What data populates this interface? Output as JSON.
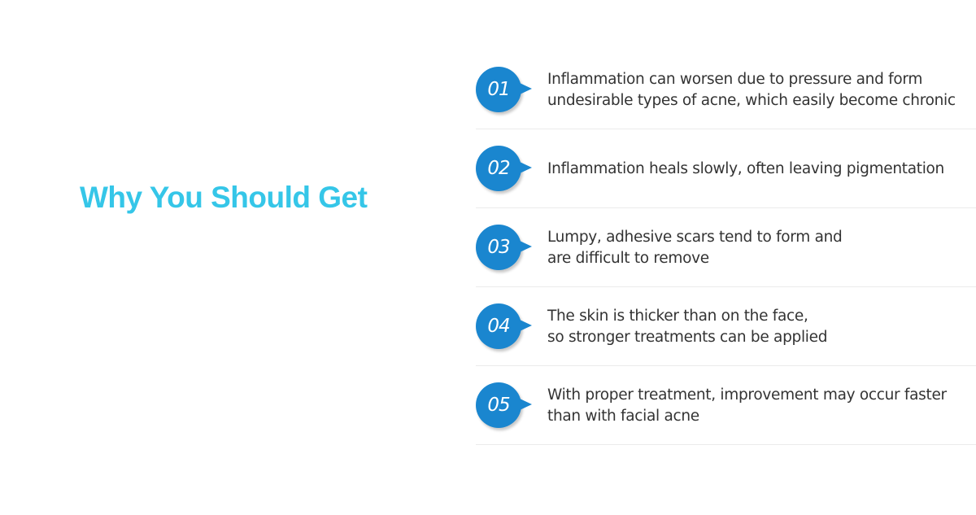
{
  "heading": "Why You Should Get",
  "colors": {
    "heading": "#35c6e8",
    "badge": "#1a86cf",
    "body_text": "#333333",
    "divider": "#ebebeb"
  },
  "items": [
    {
      "number": "01",
      "lines": [
        "Inflammation can worsen due to pressure and form",
        "undesirable types of acne, which easily become chronic"
      ]
    },
    {
      "number": "02",
      "lines": [
        "Inflammation heals slowly, often leaving pigmentation"
      ]
    },
    {
      "number": "03",
      "lines": [
        "Lumpy, adhesive scars tend to form and",
        "are difficult to remove"
      ]
    },
    {
      "number": "04",
      "lines": [
        "The skin is thicker than on the face,",
        "so stronger treatments can be applied"
      ]
    },
    {
      "number": "05",
      "lines": [
        "With proper treatment, improvement may occur faster",
        "than with facial acne"
      ]
    }
  ]
}
